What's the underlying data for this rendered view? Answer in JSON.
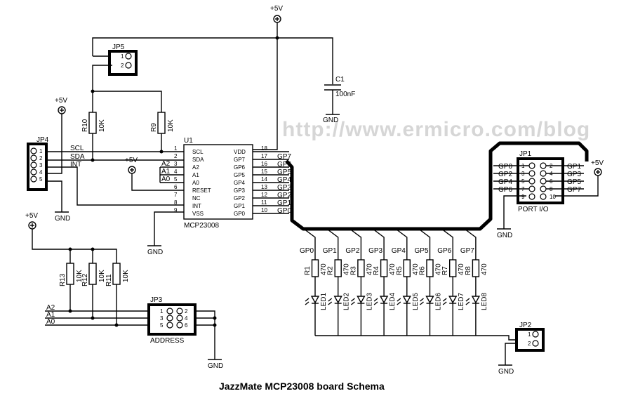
{
  "title": "JazzMate MCP23008 board Schema",
  "watermark": "http://www.ermicro.com/blog",
  "power": {
    "vcc": "+5V",
    "gnd": "GND"
  },
  "capacitor": {
    "ref": "C1",
    "value": "100nF"
  },
  "ic": {
    "ref": "U1",
    "name": "MCP23008",
    "left_pins": [
      {
        "num": "1",
        "name": "SCL"
      },
      {
        "num": "2",
        "name": "SDA"
      },
      {
        "num": "3",
        "name": "A2"
      },
      {
        "num": "4",
        "name": "A1"
      },
      {
        "num": "5",
        "name": "A0"
      },
      {
        "num": "6",
        "name": "RESET"
      },
      {
        "num": "7",
        "name": "NC"
      },
      {
        "num": "8",
        "name": "INT"
      },
      {
        "num": "9",
        "name": "VSS"
      }
    ],
    "right_pins": [
      {
        "num": "18",
        "name": "VDD",
        "net": ""
      },
      {
        "num": "17",
        "name": "GP7",
        "net": "GP7"
      },
      {
        "num": "16",
        "name": "GP6",
        "net": "GP6"
      },
      {
        "num": "15",
        "name": "GP5",
        "net": "GP5"
      },
      {
        "num": "14",
        "name": "GP4",
        "net": "GP4"
      },
      {
        "num": "13",
        "name": "GP3",
        "net": "GP3"
      },
      {
        "num": "12",
        "name": "GP2",
        "net": "GP2"
      },
      {
        "num": "11",
        "name": "GP1",
        "net": "GP1"
      },
      {
        "num": "10",
        "name": "GP0",
        "net": "GP0"
      }
    ]
  },
  "nets": {
    "scl": "SCL",
    "sda": "SDA",
    "int": "INT",
    "a2": "A2",
    "a1": "A1",
    "a0": "A0"
  },
  "pullups": [
    {
      "ref": "R10",
      "value": "10K"
    },
    {
      "ref": "R9",
      "value": "10K"
    }
  ],
  "addr_resistors": [
    {
      "ref": "R13",
      "value": "10K"
    },
    {
      "ref": "R12",
      "value": "10K"
    },
    {
      "ref": "R11",
      "value": "10K"
    }
  ],
  "jp5": {
    "ref": "JP5",
    "pins": [
      "1",
      "2"
    ]
  },
  "jp4": {
    "ref": "JP4",
    "pins": [
      "1",
      "2",
      "3",
      "4",
      "5"
    ]
  },
  "jp3": {
    "ref": "JP3",
    "label": "ADDRESS",
    "pins": [
      "1",
      "2",
      "3",
      "4",
      "5",
      "6"
    ]
  },
  "jp2": {
    "ref": "JP2",
    "pins": [
      "1",
      "2"
    ]
  },
  "jp1": {
    "ref": "JP1",
    "label": "PORT I/O",
    "left_pins": [
      "1",
      "3",
      "5",
      "7",
      "9"
    ],
    "right_pins": [
      "2",
      "4",
      "6",
      "8",
      "10"
    ],
    "left_nets": [
      "GP0",
      "GP2",
      "GP4",
      "GP6"
    ],
    "right_nets": [
      "GP1",
      "GP3",
      "GP5",
      "GP7"
    ]
  },
  "led_channels": [
    {
      "net": "GP0",
      "res": "R1",
      "value": "470",
      "led": "LED1"
    },
    {
      "net": "GP1",
      "res": "R2",
      "value": "470",
      "led": "LED2"
    },
    {
      "net": "GP2",
      "res": "R3",
      "value": "470",
      "led": "LED3"
    },
    {
      "net": "GP3",
      "res": "R4",
      "value": "470",
      "led": "LED4"
    },
    {
      "net": "GP4",
      "res": "R5",
      "value": "470",
      "led": "LED5"
    },
    {
      "net": "GP5",
      "res": "R6",
      "value": "470",
      "led": "LED6"
    },
    {
      "net": "GP6",
      "res": "R7",
      "value": "470",
      "led": "LED7"
    },
    {
      "net": "GP7",
      "res": "R8",
      "value": "470",
      "led": "LED8"
    }
  ]
}
